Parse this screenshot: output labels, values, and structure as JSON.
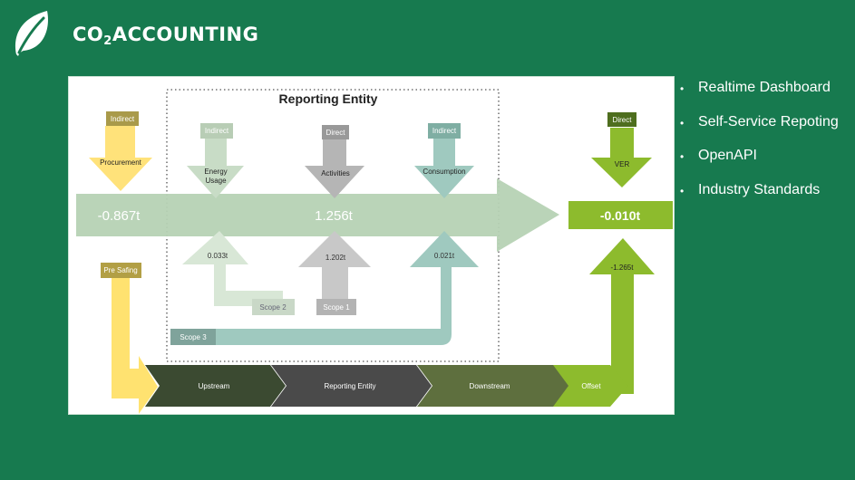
{
  "brand": {
    "prefix": "CO",
    "subscript": "2",
    "suffix": "ACCOUNTING"
  },
  "bullets": [
    "Realtime Dashboard",
    "Self-Service Repoting",
    "OpenAPI",
    "Industry Standards"
  ],
  "diagram": {
    "title": "Reporting Entity",
    "procurement": {
      "tag": "Indirect",
      "label": "Procurement"
    },
    "energy": {
      "tag": "Indirect",
      "label_line1": "Energy",
      "label_line2": "Usage"
    },
    "activities": {
      "tag": "Direct",
      "label": "Activities"
    },
    "consumption": {
      "tag": "Indirect",
      "label": "Consumption"
    },
    "ver": {
      "tag": "Direct",
      "label": "VER"
    },
    "left_value": "-0.867t",
    "center_value": "1.256t",
    "result_value": "-0.010t",
    "up_values": {
      "scope2": "0.033t",
      "scope1": "1.202t",
      "scope3": "0.021t",
      "offset": "-1.265t"
    },
    "scope_labels": {
      "scope2": "Scope 2",
      "scope1": "Scope 1",
      "scope3": "Scope 3"
    },
    "pre_safing": "Pre Safing",
    "chain": [
      "Upstream",
      "Reporting Entity",
      "Downstream",
      "Offset"
    ]
  },
  "colors": {
    "background": "#177A4F",
    "yellow": "#FFE27A",
    "gray": "#B5B5B5",
    "teal": "#9FC9BF",
    "light_green": "#B6D2B4",
    "lime": "#8DBB2D",
    "dark_olive": "#3B4A31",
    "dark_gray": "#4A4A4A",
    "olive": "#5E6F3E"
  }
}
